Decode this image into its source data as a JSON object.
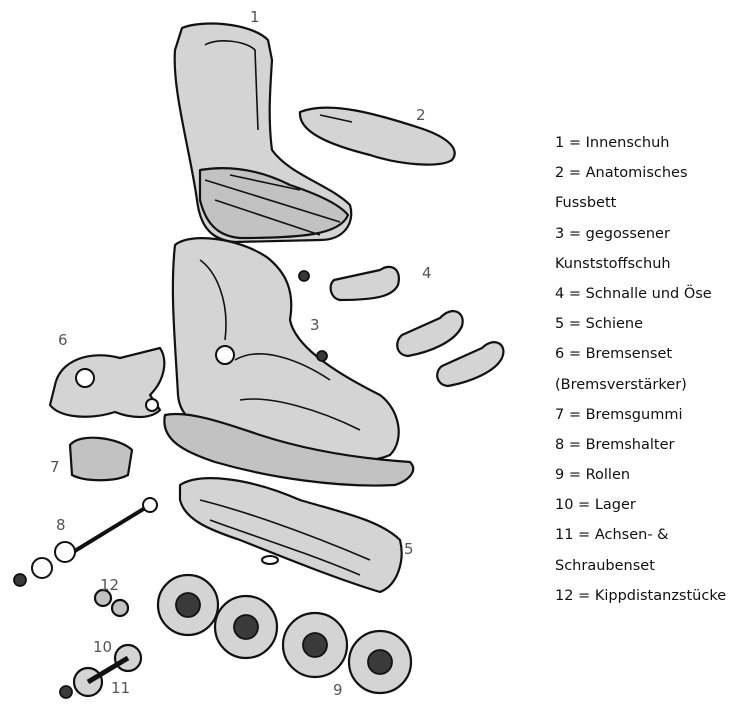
{
  "part_numbers": [
    "1",
    "2",
    "3",
    "4",
    "5",
    "6",
    "7",
    "8",
    "9",
    "10",
    "11",
    "12"
  ],
  "legend": [
    {
      "num": "1",
      "text": "Innenschuh"
    },
    {
      "num": "2",
      "text": "Anatomisches"
    },
    {
      "num": "",
      "text": "Fussbett"
    },
    {
      "num": "3",
      "text": "gegossener"
    },
    {
      "num": "",
      "text": "Kunststoffschuh"
    },
    {
      "num": "4",
      "text": "Schnalle und Öse"
    },
    {
      "num": "5",
      "text": "Schiene"
    },
    {
      "num": "6",
      "text": "Bremsenset"
    },
    {
      "num": "",
      "text": "(Bremsverstärker)"
    },
    {
      "num": "7",
      "text": "Bremsgummi"
    },
    {
      "num": "8",
      "text": "Bremshalter"
    },
    {
      "num": "9",
      "text": "Rollen"
    },
    {
      "num": "10",
      "text": "Lager"
    },
    {
      "num": "11",
      "text": "Achsen- &"
    },
    {
      "num": "",
      "text": "Schraubenset"
    },
    {
      "num": "12",
      "text": "Kippdistanzstücke"
    }
  ]
}
